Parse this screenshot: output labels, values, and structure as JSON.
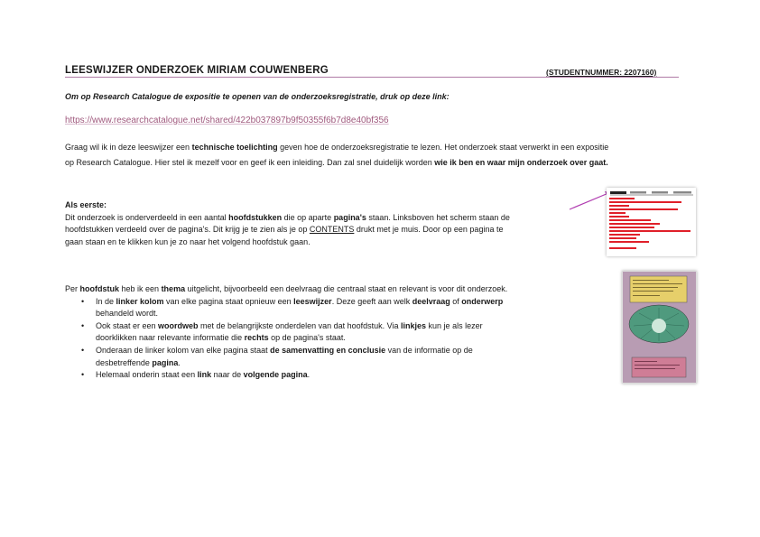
{
  "header": {
    "title": "LEESWIJZER ONDERZOEK MIRIAM COUWENBERG",
    "student_number": "(STUDENTNUMMER: 2207160)"
  },
  "intro": "Om op Research Catalogue de expositie te openen van de onderzoeksregistratie, druk op deze link:",
  "link": "https://www.researchcatalogue.net/shared/422b037897b9f50355f6b7d8e40bf356",
  "paragraph1": [
    [
      {
        "t": "Graag wil ik in deze leeswijzer een "
      },
      {
        "t": "technische toelichting",
        "b": true
      },
      {
        "t": " geven hoe de onderzoeksregistratie te lezen. Het onderzoek staat verwerkt in een expositie"
      }
    ],
    [
      {
        "t": "op Research Catalogue. Hier stel ik mezelf voor en geef ik een inleiding. Dan zal snel duidelijk worden "
      },
      {
        "t": "wie ik ben en waar mijn onderzoek over gaat.",
        "b": true
      }
    ]
  ],
  "paragraph2": [
    [
      {
        "t": "Als eerste:",
        "b": true
      }
    ],
    [
      {
        "t": "Dit onderzoek is onderverdeeld in een aantal "
      },
      {
        "t": "hoofdstukken",
        "b": true
      },
      {
        "t": " die op aparte "
      },
      {
        "t": "pagina's",
        "b": true
      },
      {
        "t": " staan. Linksboven het scherm staan de"
      }
    ],
    [
      {
        "t": "hoofdstukken verdeeld over de pagina's. Dit krijg je te zien als je op "
      },
      {
        "t": "CONTENTS",
        "u": true
      },
      {
        "t": " drukt met je muis. Door op een pagina te"
      }
    ],
    [
      {
        "t": "gaan staan en te klikken kun je zo naar het volgend hoofdstuk gaan."
      }
    ]
  ],
  "paragraph3": {
    "lead": [
      {
        "t": "Per "
      },
      {
        "t": "hoofdstuk",
        "b": true
      },
      {
        "t": " heb ik een "
      },
      {
        "t": "thema",
        "b": true
      },
      {
        "t": " uitgelicht, bijvoorbeeld een deelvraag die centraal staat en relevant is voor dit onderzoek."
      }
    ],
    "bullet_symbol": "•",
    "bullets": [
      [
        [
          {
            "t": "In de "
          },
          {
            "t": "linker kolom",
            "b": true
          },
          {
            "t": " van elke pagina staat opnieuw een "
          },
          {
            "t": "leeswijzer",
            "b": true
          },
          {
            "t": ". Deze geeft aan welk "
          },
          {
            "t": "deelvraag",
            "b": true
          },
          {
            "t": " of "
          },
          {
            "t": "onderwerp",
            "b": true
          }
        ],
        [
          {
            "t": "behandeld wordt."
          }
        ]
      ],
      [
        [
          {
            "t": "Ook staat er een "
          },
          {
            "t": "woordweb",
            "b": true
          },
          {
            "t": " met de belangrijkste onderdelen van dat hoofdstuk. Via "
          },
          {
            "t": "linkjes",
            "b": true
          },
          {
            "t": " kun je als lezer"
          }
        ],
        [
          {
            "t": "doorklikken naar relevante informatie die "
          },
          {
            "t": "rechts",
            "b": true
          },
          {
            "t": " op de pagina's staat."
          }
        ]
      ],
      [
        [
          {
            "t": "Onderaan de linker kolom van elke pagina staat "
          },
          {
            "t": "de samenvatting en conclusie",
            "b": true
          },
          {
            "t": " van de informatie op de"
          }
        ],
        [
          {
            "t": "desbetreffende "
          },
          {
            "t": "pagina",
            "b": true
          },
          {
            "t": "."
          }
        ]
      ],
      [
        [
          {
            "t": "Helemaal onderin staat een "
          },
          {
            "t": "link",
            "b": true
          },
          {
            "t": " naar de "
          },
          {
            "t": "volgende pagina",
            "b": true
          },
          {
            "t": "."
          }
        ]
      ]
    ]
  },
  "colors": {
    "accent": "#b07aa6",
    "link": "#a05a7e",
    "arrow": "#b03cb0",
    "thumb_bg": "#b89cb3",
    "thumb_yellow": "#e6cf6a",
    "thumb_green": "#4f9a7e",
    "thumb_pink": "#cf7d96",
    "menu_red": "#e0202a"
  }
}
